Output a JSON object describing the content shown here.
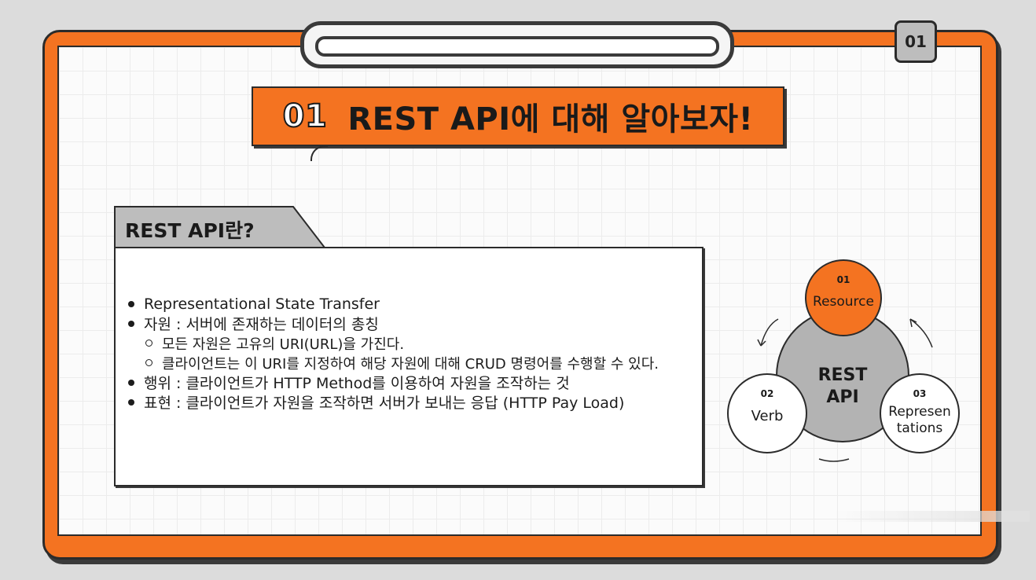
{
  "page_number": "01",
  "title": {
    "number": "01",
    "text": "REST API에 대해 알아보자!"
  },
  "section_tab": "REST API란?",
  "bullets": [
    {
      "level": 1,
      "text": "Representational State Transfer"
    },
    {
      "level": 1,
      "text": "자원 : 서버에 존재하는 데이터의 총칭"
    },
    {
      "level": 2,
      "text": "모든 자원은 고유의 URI(URL)을 가진다."
    },
    {
      "level": 2,
      "text": "클라이언트는 이 URI를 지정하여 해당 자원에 대해 CRUD 명령어를 수행할 수 있다."
    },
    {
      "level": 1,
      "text": "행위 : 클라이언트가 HTTP Method를 이용하여 자원을 조작하는 것"
    },
    {
      "level": 1,
      "text": "표현 : 클라이언트가 자원을 조작하면 서버가 보내는 응답 (HTTP Pay Load)"
    }
  ],
  "diagram": {
    "center": [
      "REST",
      "API"
    ],
    "resource": {
      "num": "01",
      "label": "Resource"
    },
    "verb": {
      "num": "02",
      "label": "Verb"
    },
    "representations": {
      "num": "03",
      "line1": "Represen",
      "line2": "tations"
    }
  },
  "colors": {
    "accent": "#f47321",
    "dark": "#2b2b2b",
    "grey": "#bdbdbd",
    "center": "#b3b3b3"
  }
}
